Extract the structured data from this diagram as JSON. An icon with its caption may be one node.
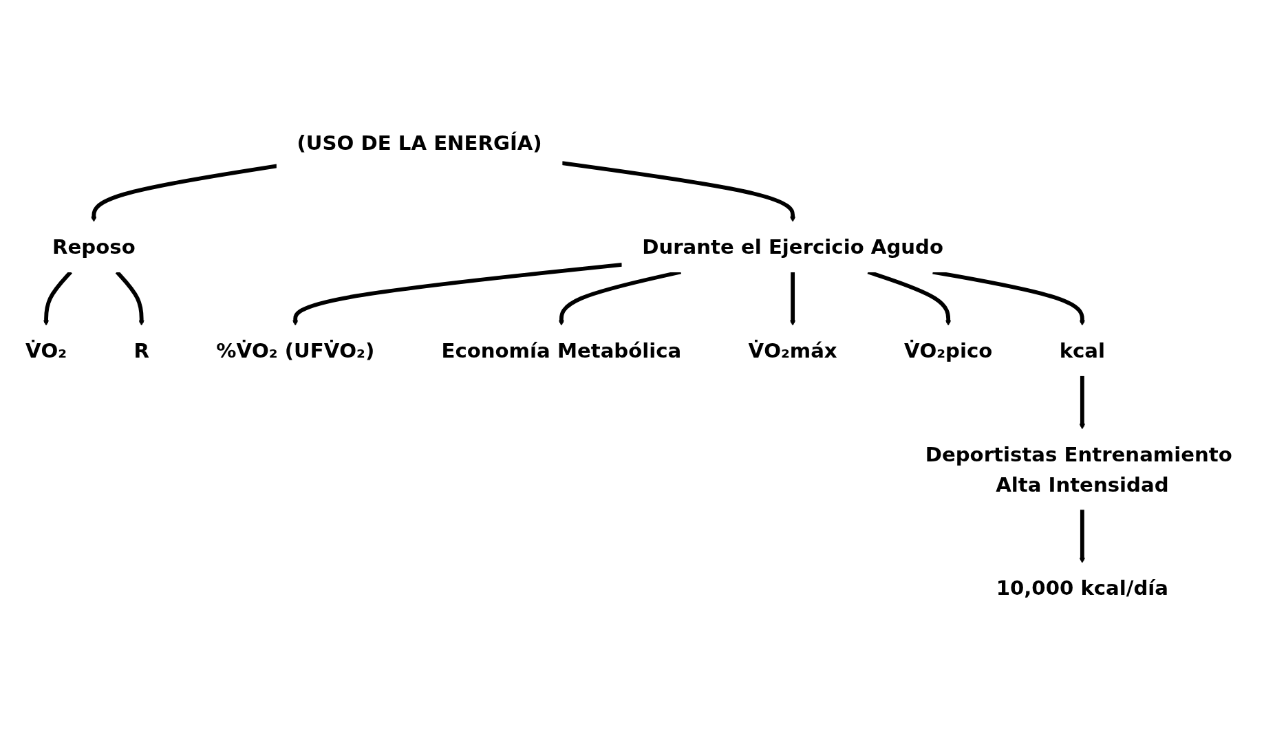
{
  "diagram": {
    "nodes": [
      {
        "text": [
          "(USO DE LA ENERGÍA)"
        ]
      },
      {
        "text": [
          "Reposo"
        ]
      },
      {
        "text": [
          "Durante el Ejercicio Agudo"
        ]
      },
      {
        "text": [
          "V̇O₂"
        ]
      },
      {
        "text": [
          "R"
        ]
      },
      {
        "text": [
          "%V̇O₂ (UFV̇O₂)"
        ]
      },
      {
        "text": [
          "Economía Metabólica"
        ]
      },
      {
        "text": [
          "V̇O₂máx"
        ]
      },
      {
        "text": [
          "V̇O₂pico"
        ]
      },
      {
        "text": [
          "kcal"
        ]
      },
      {
        "text": [
          "Deportistas Entrenamiento Alta Intensidad"
        ]
      },
      {
        "text": [
          "10,000 kcal/día"
        ]
      }
    ],
    "edges": [
      {
        "from": 0,
        "to": 1,
        "arrow": "to"
      },
      {
        "from": 0,
        "to": 2,
        "arrow": "to"
      },
      {
        "from": 1,
        "to": 3,
        "arrow": "to"
      },
      {
        "from": 1,
        "to": 4,
        "arrow": "to"
      },
      {
        "from": 2,
        "to": 5,
        "arrow": "to"
      },
      {
        "from": 2,
        "to": 6,
        "arrow": "to"
      },
      {
        "from": 2,
        "to": 7,
        "arrow": "to"
      },
      {
        "from": 2,
        "to": 8,
        "arrow": "to"
      },
      {
        "from": 2,
        "to": 9,
        "arrow": "to"
      },
      {
        "from": 9,
        "to": 10,
        "arrow": "to"
      },
      {
        "from": 10,
        "to": 11,
        "arrow": "to"
      }
    ]
  }
}
